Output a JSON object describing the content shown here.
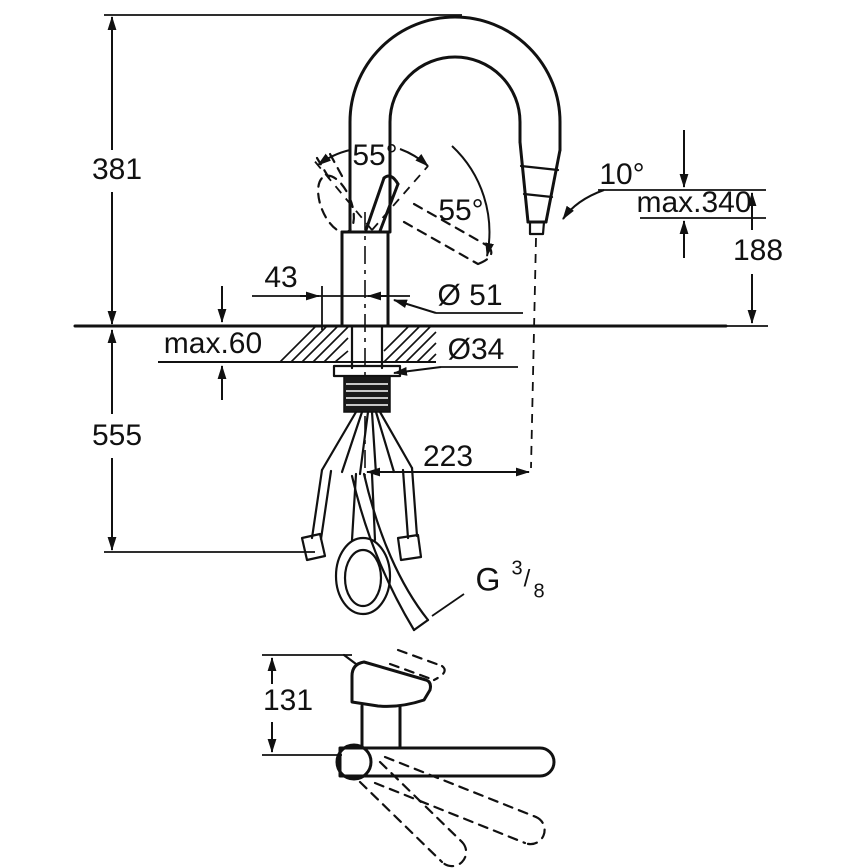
{
  "drawing": {
    "type": "technical-dimension-drawing",
    "subject": "kitchen faucet with pull-out spray, front view and side view",
    "colors": {
      "background": "#ffffff",
      "line": "#111111",
      "fill_dark": "#1a1a1a"
    }
  },
  "labels": {
    "dim_381": "381",
    "dim_555": "555",
    "angle_55_left": "55°",
    "angle_55_right": "55°",
    "angle_10": "10°",
    "max_340": "max.340",
    "dim_188": "188",
    "dim_43": "43",
    "dia_51": "Ø 51",
    "max_60": "max.60",
    "dia_34": "Ø34",
    "dim_223": "223",
    "thread_g": "G",
    "thread_num": "3",
    "thread_slash": "/",
    "thread_den": "8",
    "dim_131": "131"
  }
}
